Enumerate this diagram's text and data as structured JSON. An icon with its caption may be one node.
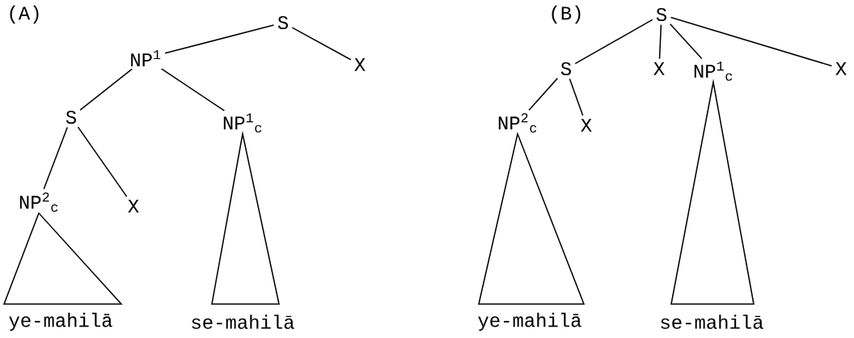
{
  "diagram": {
    "nodes": [
      {
        "text": [
          "S"
        ]
      },
      {
        "text": [
          "NP$^{1}$"
        ]
      },
      {
        "text": [
          "X"
        ]
      },
      {
        "text": [
          "S"
        ]
      },
      {
        "text": [
          "NP$^{1}$$_{c}$"
        ]
      },
      {
        "text": [
          "NP$^{2}$$_{c}$"
        ]
      },
      {
        "text": [
          "X"
        ]
      },
      {
        "text": [
          "ye-mahilā"
        ]
      },
      {
        "text": [
          "se-mahilā"
        ]
      },
      {
        "text": [
          "S"
        ]
      },
      {
        "text": [
          "S"
        ]
      },
      {
        "text": [
          "X"
        ]
      },
      {
        "text": [
          "NP$^{1}$$_{c}$"
        ]
      },
      {
        "text": [
          "X"
        ]
      },
      {
        "text": [
          "NP$^{2}$$_{c}$"
        ]
      },
      {
        "text": [
          "X"
        ]
      },
      {
        "text": [
          "ye-mahilā"
        ]
      },
      {
        "text": [
          "se-mahilā"
        ]
      }
    ],
    "edges": [
      {
        "from": 0,
        "to": 1,
        "arrow": "none"
      },
      {
        "from": 0,
        "to": 2,
        "arrow": "none"
      },
      {
        "from": 1,
        "to": 3,
        "arrow": "none"
      },
      {
        "from": 1,
        "to": 4,
        "arrow": "none"
      },
      {
        "from": 3,
        "to": 5,
        "arrow": "none"
      },
      {
        "from": 3,
        "to": 6,
        "arrow": "none"
      },
      {
        "from": 5,
        "to": 7,
        "arrow": "none"
      },
      {
        "from": 4,
        "to": 8,
        "arrow": "none"
      },
      {
        "from": 9,
        "to": 10,
        "arrow": "none"
      },
      {
        "from": 9,
        "to": 11,
        "arrow": "none"
      },
      {
        "from": 9,
        "to": 12,
        "arrow": "none"
      },
      {
        "from": 9,
        "to": 13,
        "arrow": "none"
      },
      {
        "from": 10,
        "to": 14,
        "arrow": "none"
      },
      {
        "from": 10,
        "to": 15,
        "arrow": "none"
      },
      {
        "from": 14,
        "to": 16,
        "arrow": "none"
      },
      {
        "from": 12,
        "to": 17,
        "arrow": "none"
      }
    ],
    "labels": [
      "(A)",
      "(B)"
    ]
  }
}
